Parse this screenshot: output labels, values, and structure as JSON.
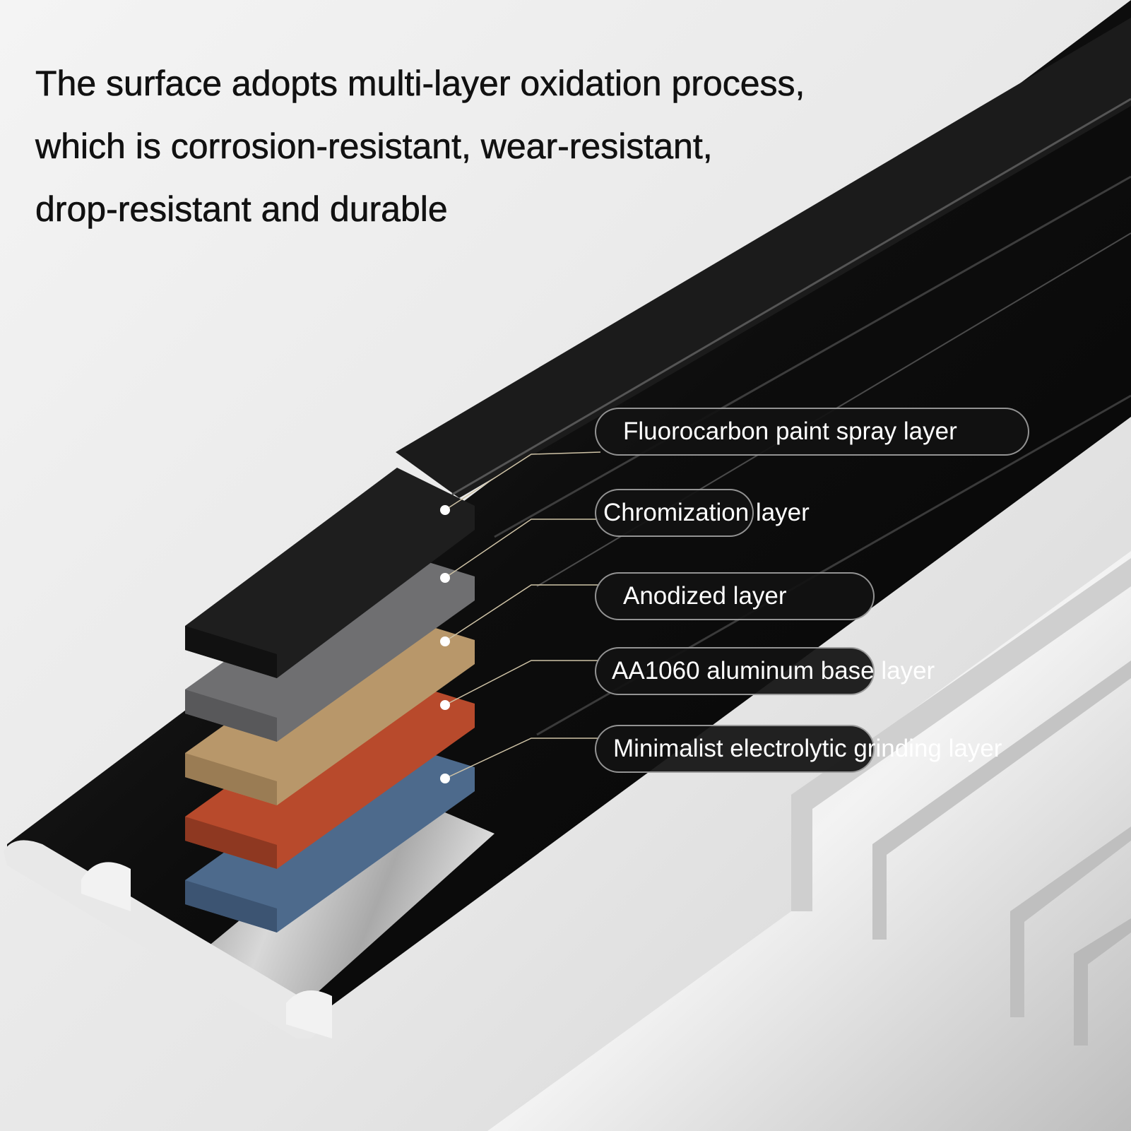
{
  "headline": {
    "line1": "The surface adopts multi-layer oxidation process,",
    "line2": "which is corrosion-resistant, wear-resistant,",
    "line3": "drop-resistant and durable"
  },
  "layers": [
    {
      "label": "Fluorocarbon paint spray layer",
      "color": "#1e1e1e"
    },
    {
      "label": "Chromization layer",
      "color": "#6f6f71"
    },
    {
      "label": "Anodized layer",
      "color": "#b8976a"
    },
    {
      "label": "AA1060 aluminum base layer",
      "color": "#b84a2c"
    },
    {
      "label": "Minimalist electrolytic grinding layer",
      "color": "#4d6a8c"
    }
  ]
}
